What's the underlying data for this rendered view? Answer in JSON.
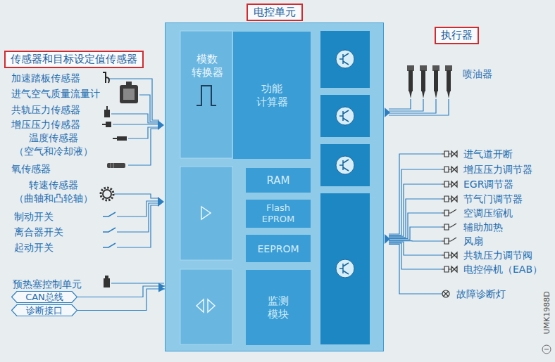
{
  "diagram": {
    "nodes": [
      {
        "text": [
          "电控单元"
        ]
      },
      {
        "text": [
          "模数 转换器"
        ],
        "in": 0
      },
      {
        "text": [
          "功能 计算器"
        ],
        "in": 0
      },
      {
        "text": [
          "RAM"
        ],
        "in": 0
      },
      {
        "text": [
          "Flash EPROM"
        ],
        "in": 0
      },
      {
        "text": [
          "EEPROM"
        ],
        "in": 0
      },
      {
        "text": [
          "监测 模块"
        ],
        "in": 0
      },
      {
        "text": [
          "执行器"
        ]
      },
      {
        "text": [
          "传感器和目标设定值传感器"
        ]
      },
      {
        "text": [
          "CAN总线"
        ]
      },
      {
        "text": [
          "诊断接口"
        ]
      }
    ],
    "edges": [
      {
        "from": 9,
        "to": 0,
        "arrow": "to"
      },
      {
        "from": 10,
        "to": 0,
        "arrow": "to"
      }
    ],
    "labels": [
      "加速踏板传感器",
      "进气空气质量流量计",
      "共轨压力传感器",
      "增压压力传感器",
      "温度传感器 （空气和冷却液）",
      "氧传感器",
      "转速传感器 （曲轴和凸轮轴）",
      "制动开关",
      "离合器开关",
      "起动开关",
      "预热塞控制单元",
      "喷油器",
      "进气道开断",
      "增压压力调节器",
      "EGR调节器",
      "节气门调节器",
      "空调压缩机",
      "辅助加热",
      "风扇",
      "共轨压力调节阀",
      "电控停机（EAB）",
      "故障诊断灯",
      "UMK1988D"
    ]
  }
}
